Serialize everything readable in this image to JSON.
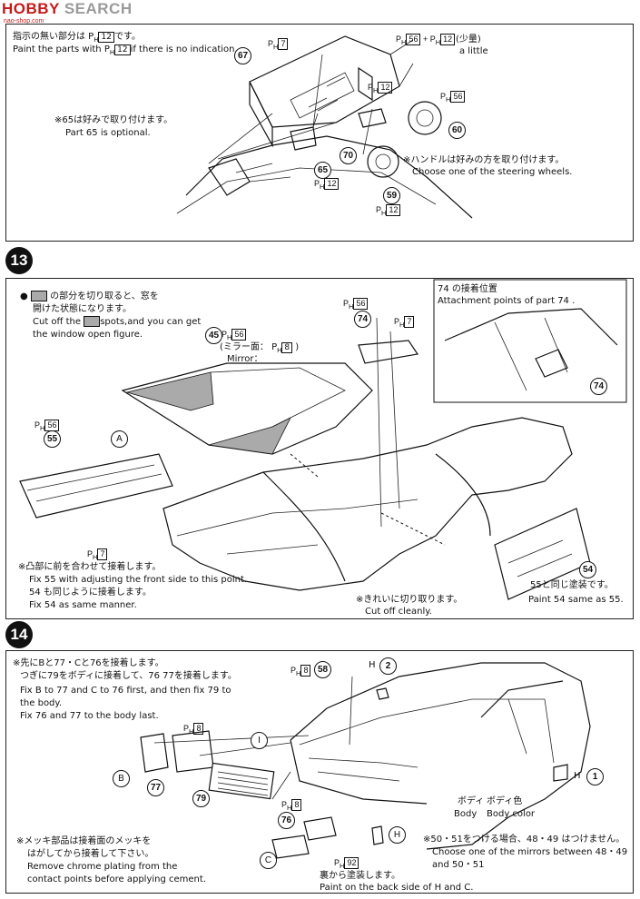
{
  "watermark": {
    "brand_a": "HOBBY",
    "brand_b": " SEARCH",
    "url": "nao-shop.com"
  },
  "step12": {
    "note_jp": "指示の無い部分は",
    "note_jp2": "です。",
    "note_en": "Paint the parts with",
    "note_en2": "if there is no indication.",
    "note_code": "12",
    "optional_jp": "※65は好みで取り付けます。",
    "optional_en": "Part 65 is optional.",
    "steer_jp": "※ハンドルは好みの方を取り付けます。",
    "steer_en": "Choose one of the steering wheels.",
    "mix_jp": "(少量)",
    "mix_en": "a little",
    "mix_codes": [
      "56",
      "12"
    ],
    "parts": [
      "67",
      "65",
      "70",
      "60",
      "59"
    ],
    "ph_codes": [
      "7",
      "12",
      "56",
      "12",
      "12"
    ]
  },
  "step13": {
    "number": "13",
    "cut_jp1": "の部分を切り取ると、窓を",
    "cut_jp2": "開けた状態になります。",
    "cut_en1": "Cut off the",
    "cut_en2": "spots,and you can get",
    "cut_en3": "the window open figure.",
    "attach_jp": "74 の接着位置",
    "attach_en": "Attachment points of part 74 .",
    "mirror_jp": "(ミラー面：",
    "mirror_code": "8",
    "mirror_en": "Mirror：",
    "fix_jp": "※凸部に前を合わせて接着します。",
    "fix_en": "Fix 55 with adjusting the front side to this point.",
    "same_jp": "54 も同じように接着します。",
    "same_en": "Fix 54 as same manner.",
    "clean_jp": "※きれいに切り取ります。",
    "clean_en": "Cut off cleanly.",
    "paint_jp": "55と同じ塗装です。",
    "paint_en": "Paint 54 same as 55.",
    "parts": [
      "74",
      "45",
      "55",
      "54",
      "74"
    ],
    "letters": [
      "A"
    ],
    "ph_codes": [
      "56",
      "7",
      "56",
      "56",
      "7"
    ]
  },
  "step14": {
    "number": "14",
    "order_jp1": "※先にBと77・Cと76を接着します。",
    "order_jp2": "つぎに79をボディに接着して、76 77を接着します。",
    "order_en1": "Fix B to 77 and C to 76 first, and then fix 79 to",
    "order_en2": "the body.",
    "order_en3": "Fix 76 and 77 to the body last.",
    "chrome_jp1": "※メッキ部品は接着面のメッキを",
    "chrome_jp2": "はがしてから接着して下さい。",
    "chrome_en1": "Remove chrome plating from the",
    "chrome_en2": "contact points before applying cement.",
    "body_jp": "ボディ",
    "body_en": "Body",
    "bodycolor_jp": "ボディ色",
    "bodycolor_en": "Body color",
    "mirrors_jp": "※50・51をつける場合、48・49 はつけません。",
    "mirrors_en1": "Choose one of the mirrors between 48・49",
    "mirrors_en2": "and 50・51",
    "back_jp": "裏から塗装します。",
    "back_en": "Paint on the back side of H and C.",
    "parts": [
      "58",
      "2",
      "1",
      "77",
      "79",
      "76"
    ],
    "letters": [
      "B",
      "I",
      "C",
      "H"
    ],
    "ph_codes": [
      "8",
      "8",
      "8",
      "92"
    ]
  }
}
